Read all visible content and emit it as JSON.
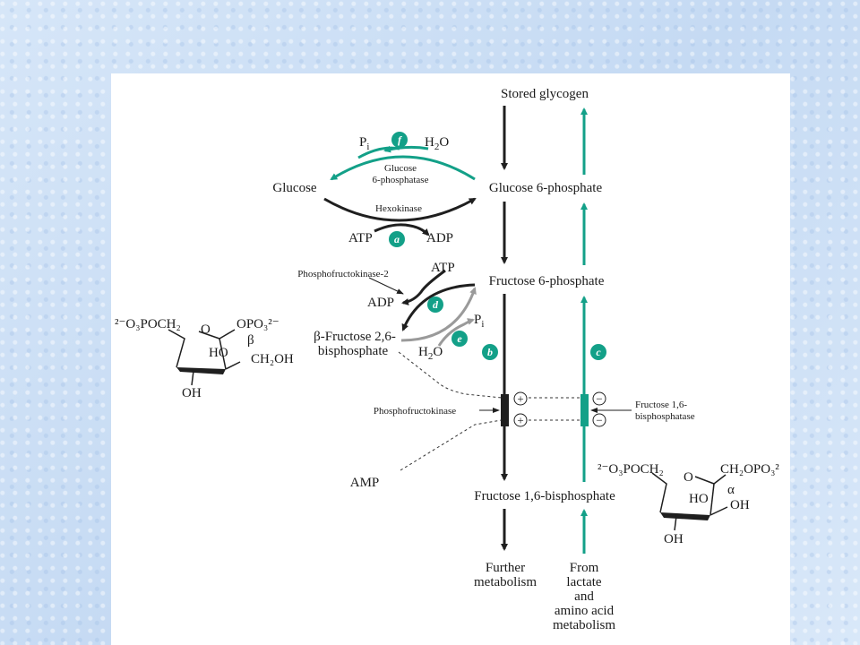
{
  "labels": {
    "stored_glycogen": "Stored glycogen",
    "glucose": "Glucose",
    "glucose_6_phosphate": "Glucose 6-phosphate",
    "fructose_6_phosphate": "Fructose 6-phosphate",
    "fructose_16_bisphosphate": "Fructose 1,6-bisphosphate",
    "fructose_26_bisphosphate_line1": "β-Fructose 2,6-",
    "fructose_26_bisphosphate_line2": "bisphosphate",
    "further_metabolism_1": "Further",
    "further_metabolism_2": "metabolism",
    "from_lactate_1": "From",
    "from_lactate_2": "lactate",
    "from_lactate_3": "and",
    "from_lactate_4": "amino acid",
    "from_lactate_5": "metabolism",
    "amp": "AMP"
  },
  "enzymes": {
    "glucose_6_phosphatase_1": "Glucose",
    "glucose_6_phosphatase_2": "6-phosphatase",
    "hexokinase": "Hexokinase",
    "phosphofructokinase_2": "Phosphofructokinase-2",
    "phosphofructokinase": "Phosphofructokinase",
    "fructose_16_bisphosphatase_1": "Fructose 1,6-",
    "fructose_16_bisphosphatase_2": "bisphosphatase"
  },
  "cofactors": {
    "pi": "P",
    "pi_sub": "i",
    "h2o_1": "H",
    "h2o_sub": "2",
    "h2o_2": "O",
    "atp": "ATP",
    "adp": "ADP",
    "plus": "+",
    "minus": "−"
  },
  "badges": {
    "a": "a",
    "b": "b",
    "c": "c",
    "d": "d",
    "e": "e",
    "f": "f"
  },
  "structures": {
    "f26bp_left_group": "²⁻O₃POCH₂",
    "f26bp_right_group": "OPO₃²⁻",
    "f26bp_ring_o": "O",
    "f26bp_beta": "β",
    "f26bp_ho": "HO",
    "f26bp_ch2oh": "CH₂OH",
    "f26bp_oh": "OH",
    "f16bp_left_group": "²⁻O₃POCH₂",
    "f16bp_right_group": "CH₂OPO₃²",
    "f16bp_ring_o": "O",
    "f16bp_alpha": "α",
    "f16bp_ho": "HO",
    "f16bp_oh_right": "OH",
    "f16bp_oh_bottom": "OH"
  },
  "colors": {
    "teal": "#13a088",
    "dark": "#1f1f1f",
    "gray": "#9a9a9a"
  }
}
